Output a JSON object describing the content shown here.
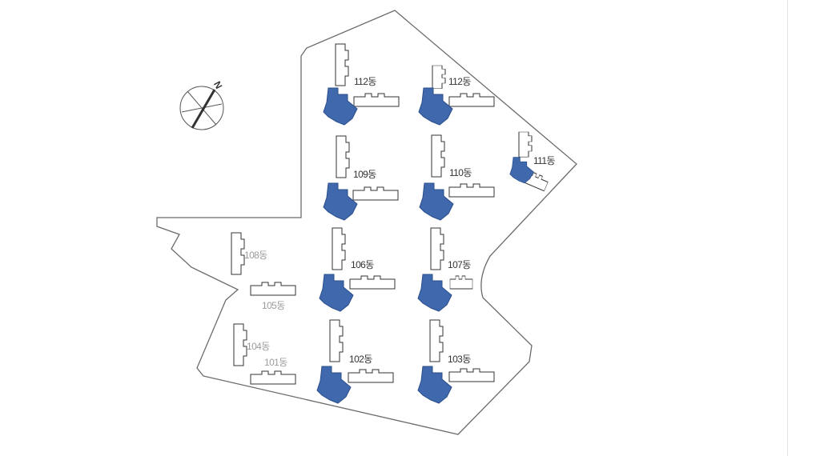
{
  "site": {
    "compass_label": "N",
    "colors": {
      "highlight": "#3f68ad",
      "outline": "#6b6b6b",
      "active_text": "#333333",
      "muted_text": "#9c9c9c"
    },
    "buildings": [
      {
        "id": "112a",
        "label": "112동",
        "highlighted": true
      },
      {
        "id": "112b",
        "label": "112동",
        "highlighted": true
      },
      {
        "id": "109",
        "label": "109동",
        "highlighted": true
      },
      {
        "id": "110",
        "label": "110동",
        "highlighted": true
      },
      {
        "id": "111",
        "label": "111동",
        "highlighted": true
      },
      {
        "id": "108",
        "label": "108동",
        "highlighted": false
      },
      {
        "id": "106",
        "label": "106동",
        "highlighted": true
      },
      {
        "id": "107",
        "label": "107동",
        "highlighted": true
      },
      {
        "id": "105",
        "label": "105동",
        "highlighted": false
      },
      {
        "id": "104",
        "label": "104동",
        "highlighted": false
      },
      {
        "id": "101",
        "label": "101동",
        "highlighted": false
      },
      {
        "id": "102",
        "label": "102동",
        "highlighted": true
      },
      {
        "id": "103",
        "label": "103동",
        "highlighted": true
      }
    ]
  }
}
